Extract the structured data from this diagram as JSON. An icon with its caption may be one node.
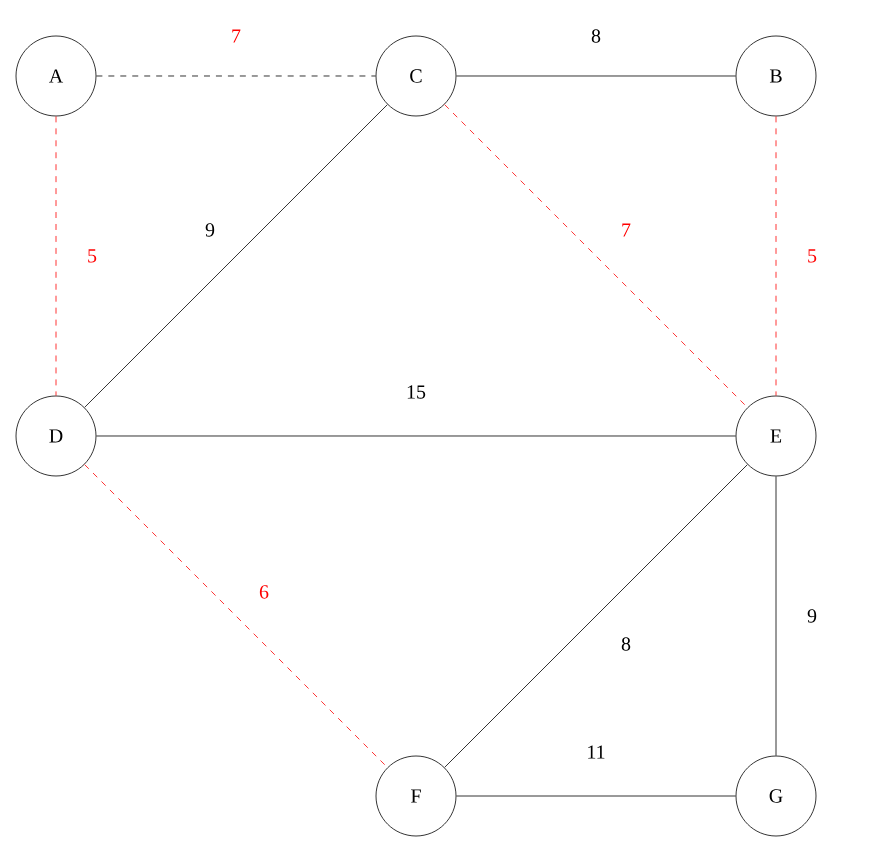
{
  "diagram": {
    "nodes": [
      {
        "text": [
          "A"
        ]
      },
      {
        "text": [
          "C"
        ]
      },
      {
        "text": [
          "B"
        ]
      },
      {
        "text": [
          "D"
        ]
      },
      {
        "text": [
          "E"
        ]
      },
      {
        "text": [
          "F"
        ]
      },
      {
        "text": [
          "G"
        ]
      }
    ],
    "edges": [
      {
        "from": 0,
        "to": 1,
        "arrow": "none",
        "label": "7",
        "style": "dashed"
      },
      {
        "from": 0,
        "to": 3,
        "arrow": "none",
        "label": "5",
        "style": "dashed",
        "color": "#ff0000"
      },
      {
        "from": 1,
        "to": 2,
        "arrow": "none",
        "label": "8"
      },
      {
        "from": 1,
        "to": 3,
        "arrow": "none",
        "label": "9"
      },
      {
        "from": 1,
        "to": 4,
        "arrow": "none",
        "label": "7",
        "style": "dashed",
        "color": "#ff0000"
      },
      {
        "from": 2,
        "to": 4,
        "arrow": "none",
        "label": "5",
        "style": "dashed",
        "color": "#ff0000"
      },
      {
        "from": 3,
        "to": 4,
        "arrow": "none",
        "label": "15"
      },
      {
        "from": 3,
        "to": 5,
        "arrow": "none",
        "label": "6",
        "style": "dashed",
        "color": "#ff0000"
      },
      {
        "from": 4,
        "to": 5,
        "arrow": "none",
        "label": "8"
      },
      {
        "from": 4,
        "to": 6,
        "arrow": "none",
        "label": "9"
      },
      {
        "from": 5,
        "to": 6,
        "arrow": "none",
        "label": "11"
      }
    ]
  }
}
